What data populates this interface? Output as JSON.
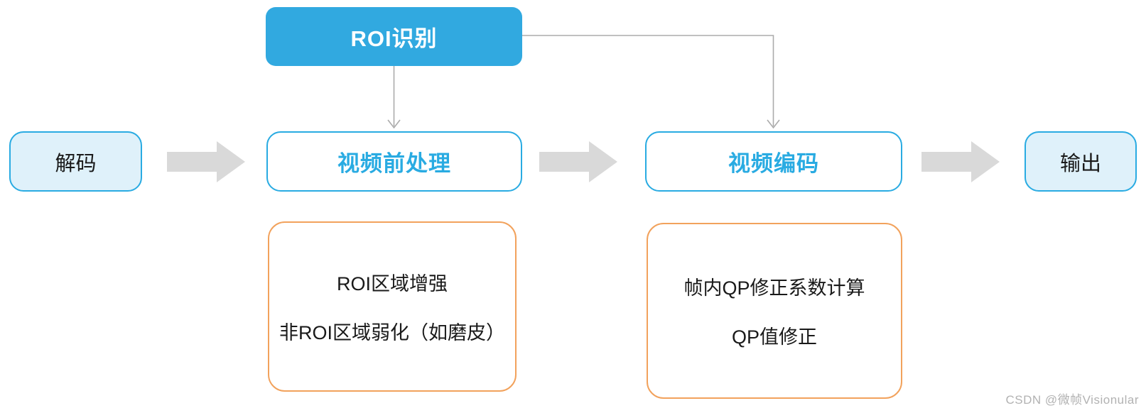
{
  "colors": {
    "primary_blue": "#29ABE2",
    "roi_fill": "#31A9E0",
    "light_blue_fill": "#DFF1FA",
    "orange_border": "#F2A25C",
    "arrow_gray": "#D9D9D9",
    "line_gray": "#ABABAB",
    "text_dark": "#1A1A1A",
    "watermark_gray": "#B2B2B2"
  },
  "nodes": {
    "roi": {
      "label": "ROI识别"
    },
    "decode": {
      "label": "解码"
    },
    "preprocess": {
      "label": "视频前处理"
    },
    "encode": {
      "label": "视频编码"
    },
    "output": {
      "label": "输出"
    }
  },
  "details": {
    "preprocess": {
      "lines": [
        "ROI区域增强",
        "非ROI区域弱化（如磨皮）"
      ]
    },
    "encode": {
      "lines": [
        "帧内QP修正系数计算",
        "QP值修正"
      ]
    }
  },
  "watermark": {
    "text": "CSDN @微帧Visionular"
  }
}
